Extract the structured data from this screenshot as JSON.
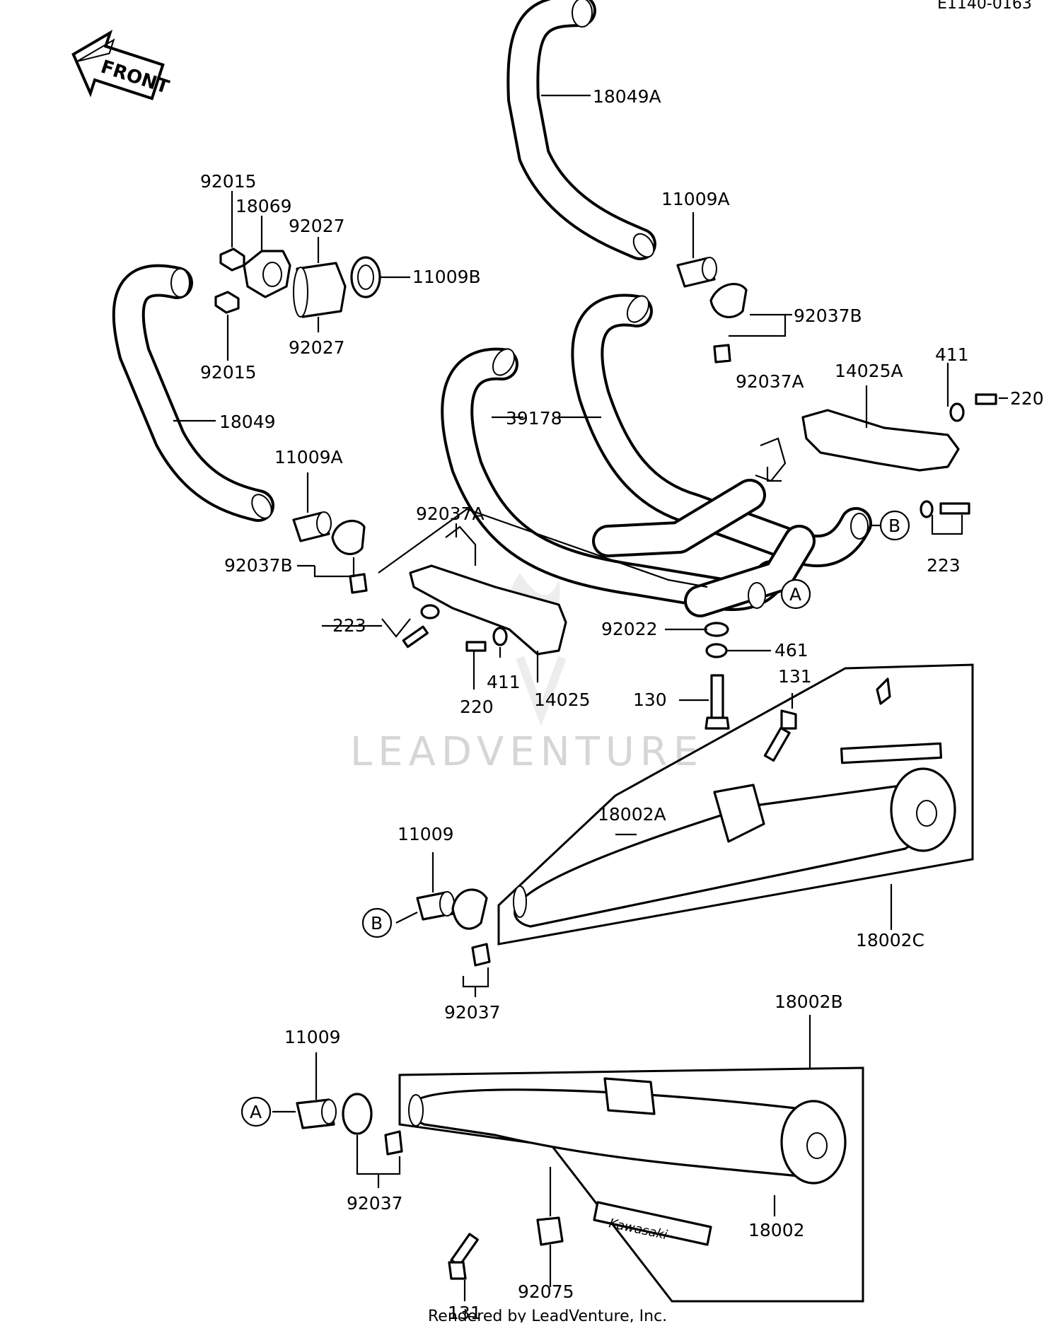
{
  "diagram": {
    "code": "E1140-0163",
    "front_label": "FRONT",
    "watermark": "LEADVENTURE",
    "footer": "Rendered by LeadVenture, Inc.",
    "callouts": [
      {
        "id": "c-18049A",
        "text": "18049A"
      },
      {
        "id": "c-11009A-top",
        "text": "11009A"
      },
      {
        "id": "c-92037B-top",
        "text": "92037B"
      },
      {
        "id": "c-92015-a",
        "text": "92015"
      },
      {
        "id": "c-18069",
        "text": "18069"
      },
      {
        "id": "c-92027-a",
        "text": "92027"
      },
      {
        "id": "c-11009B",
        "text": "11009B"
      },
      {
        "id": "c-92027-b",
        "text": "92027"
      },
      {
        "id": "c-92015-b",
        "text": "92015"
      },
      {
        "id": "c-18049",
        "text": "18049"
      },
      {
        "id": "c-39178",
        "text": "39178"
      },
      {
        "id": "c-92037A-right",
        "text": "92037A"
      },
      {
        "id": "c-14025A",
        "text": "14025A"
      },
      {
        "id": "c-411-right",
        "text": "411"
      },
      {
        "id": "c-220-right",
        "text": "220"
      },
      {
        "id": "c-11009A-left",
        "text": "11009A"
      },
      {
        "id": "c-92037A-mid",
        "text": "92037A"
      },
      {
        "id": "c-92037B-left",
        "text": "92037B"
      },
      {
        "id": "c-223-right",
        "text": "223"
      },
      {
        "id": "c-223-left",
        "text": "223"
      },
      {
        "id": "c-92022",
        "text": "92022"
      },
      {
        "id": "c-461",
        "text": "461"
      },
      {
        "id": "c-220-mid",
        "text": "220"
      },
      {
        "id": "c-411-mid",
        "text": "411"
      },
      {
        "id": "c-14025",
        "text": "14025"
      },
      {
        "id": "c-130",
        "text": "130"
      },
      {
        "id": "c-131-top",
        "text": "131"
      },
      {
        "id": "c-18002A",
        "text": "18002A"
      },
      {
        "id": "c-11009-mid",
        "text": "11009"
      },
      {
        "id": "c-18002C",
        "text": "18002C"
      },
      {
        "id": "c-92037-mid",
        "text": "92037"
      },
      {
        "id": "c-18002B",
        "text": "18002B"
      },
      {
        "id": "c-11009-bot",
        "text": "11009"
      },
      {
        "id": "c-92037-bot",
        "text": "92037"
      },
      {
        "id": "c-18002",
        "text": "18002"
      },
      {
        "id": "c-131-bot",
        "text": "131"
      },
      {
        "id": "c-92075",
        "text": "92075"
      }
    ],
    "connectors": [
      {
        "id": "conn-B-right",
        "text": "B"
      },
      {
        "id": "conn-A-right",
        "text": "A"
      },
      {
        "id": "conn-B-left",
        "text": "B"
      },
      {
        "id": "conn-A-left",
        "text": "A"
      }
    ],
    "decal_text": "Kawasaki"
  }
}
